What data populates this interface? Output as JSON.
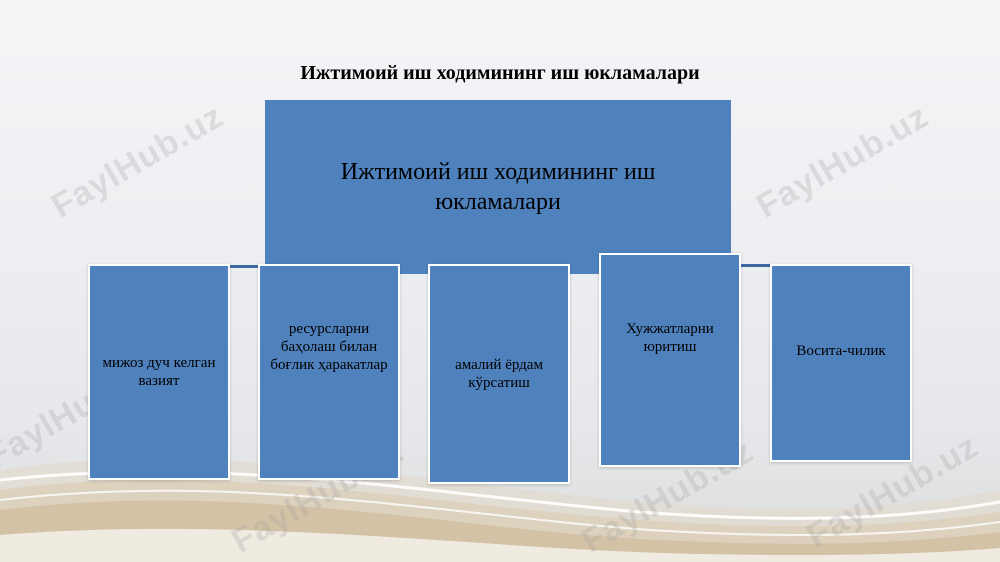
{
  "title": "Ижтимоий иш ходимининг иш юкламалари",
  "watermark": "FaylHub.uz",
  "diagram": {
    "root": {
      "label": "Ижтимоий иш ходимининг иш юкламалари"
    },
    "children": [
      {
        "label": "мижоз  дуч келган вазият"
      },
      {
        "label": "ресурсларни баҳолаш  билан боғлик  ҳаракатлар"
      },
      {
        "label": "амалий ёрдам кўрсатиш"
      },
      {
        "label": "Хужжатларни юритиш"
      },
      {
        "label": "Восита-чилик"
      }
    ]
  },
  "colors": {
    "box_fill": "#4f81bd",
    "box_border": "#ffffff",
    "connector": "#3e6a9f"
  }
}
